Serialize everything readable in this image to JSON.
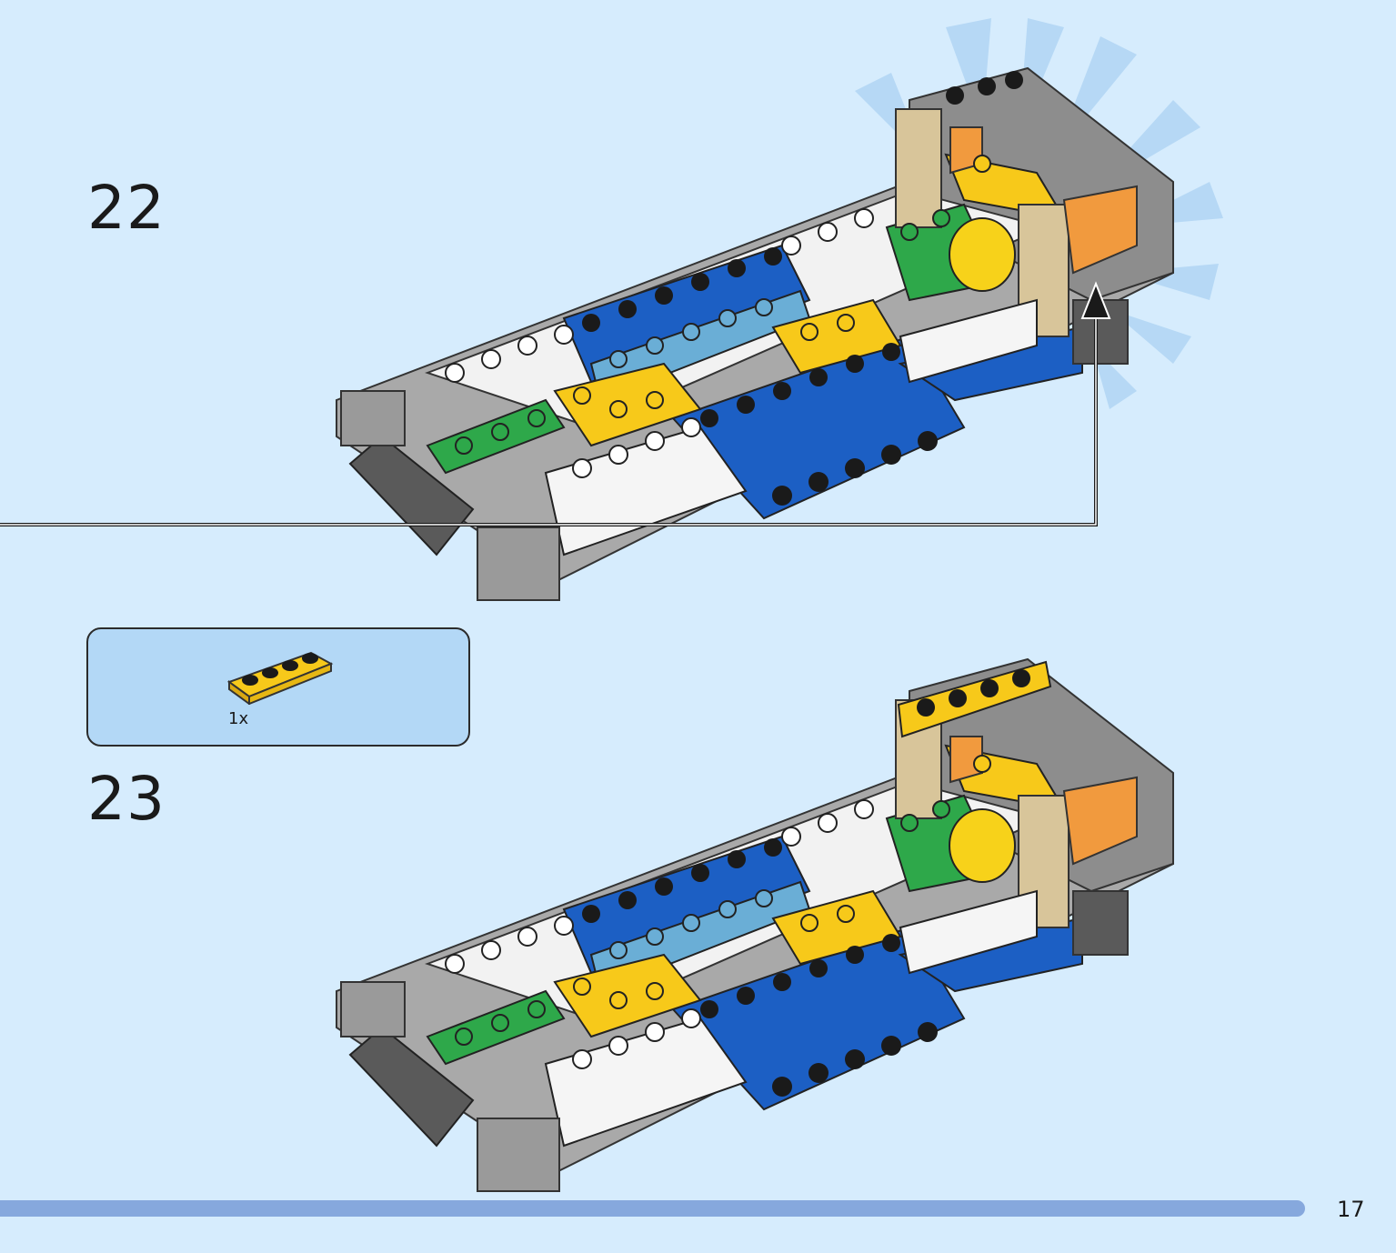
{
  "steps": [
    {
      "number": "22"
    },
    {
      "number": "23"
    }
  ],
  "parts_list": {
    "items": [
      {
        "part": "yellow-plate-1x4-icon",
        "quantity": "1x"
      }
    ]
  },
  "page": {
    "number": "17"
  },
  "colors": {
    "background": "#d6ecfd",
    "parts_box": "#b3d8f6",
    "progress_bar": "#86a8dd",
    "brick_yellow": "#f7c91a",
    "brick_blue": "#1c5fc4",
    "brick_light_blue": "#6aaed6",
    "brick_green": "#2ea84a",
    "brick_tan": "#d8c59a",
    "brick_gray": "#9a9a9a",
    "brick_dark_gray": "#5a5a5a",
    "brick_white": "#f5f5f5",
    "brick_orange": "#f19a3e"
  }
}
